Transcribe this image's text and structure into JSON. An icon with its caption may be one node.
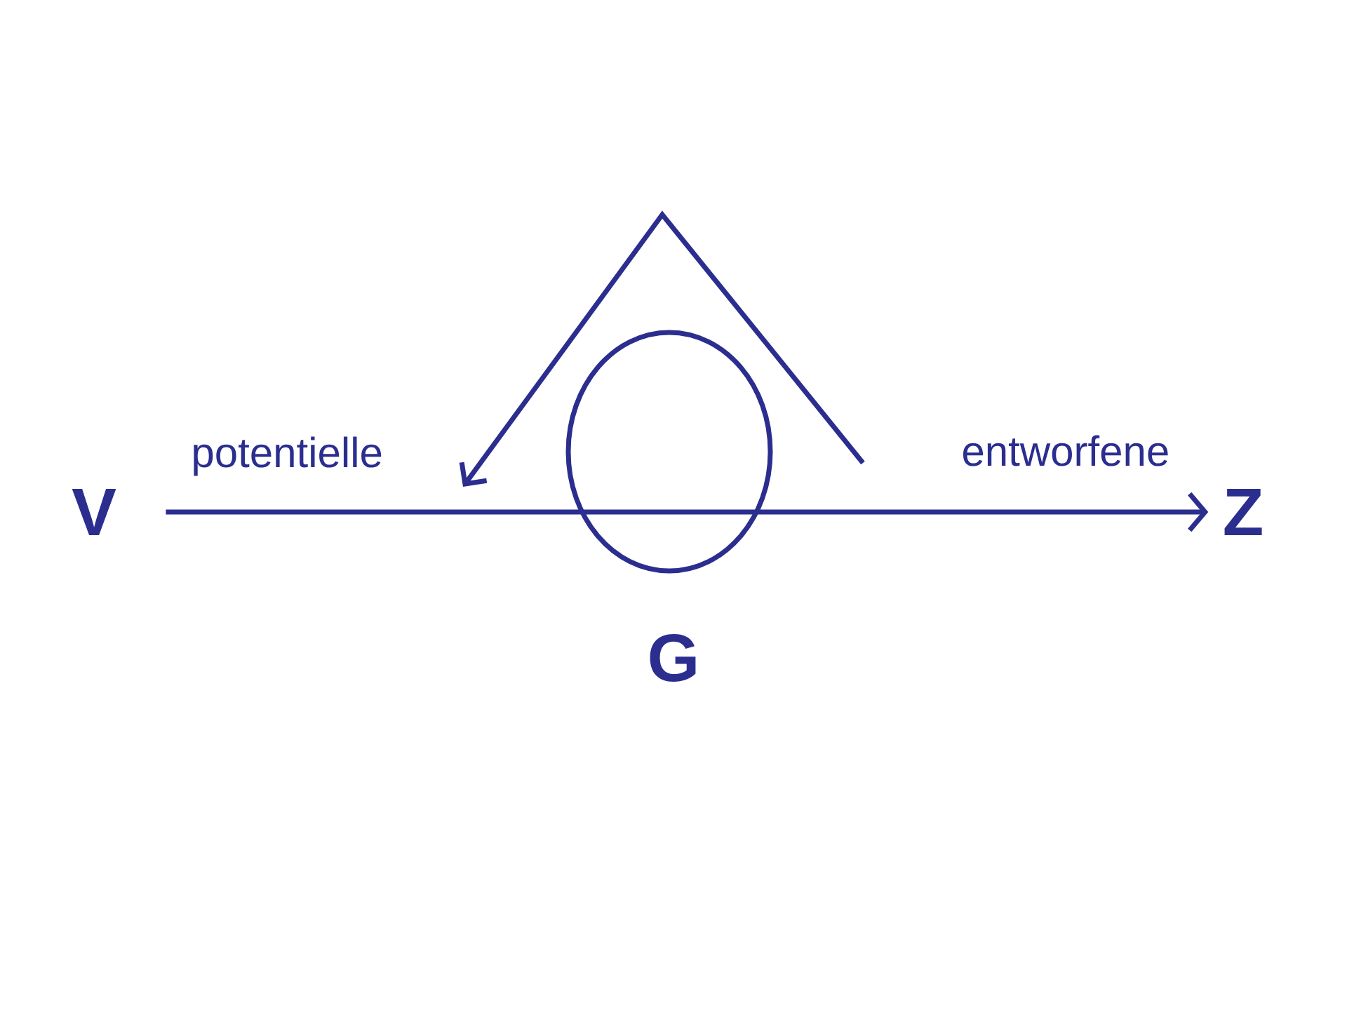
{
  "diagram": {
    "nodes": [
      {
        "text": [
          "V"
        ]
      },
      {
        "text": [
          "G"
        ]
      },
      {
        "text": [
          "Z"
        ]
      }
    ],
    "edges": [
      {
        "from": 0,
        "to": 1,
        "arrow": "none"
      },
      {
        "from": 1,
        "to": 2,
        "arrow": "to"
      }
    ],
    "labels": [
      "potentielle",
      "entworfene"
    ]
  }
}
